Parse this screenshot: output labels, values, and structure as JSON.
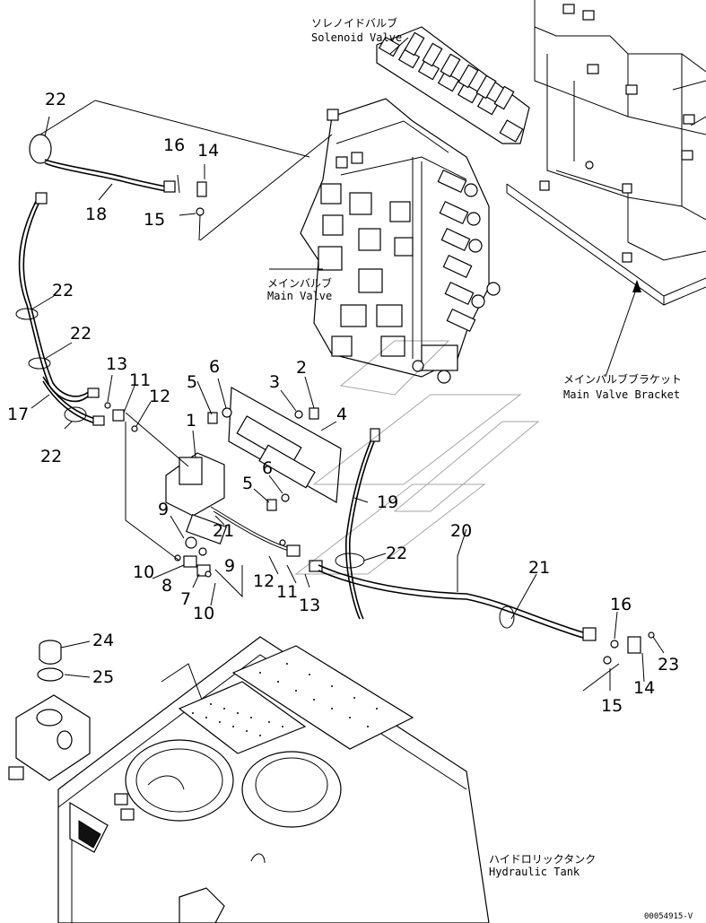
{
  "labels": {
    "solenoid_jp": "ソレノイドバルブ",
    "solenoid_en": "Solenoid Valve",
    "main_valve_jp": "メインバルブ",
    "main_valve_en": "Main Valve",
    "bracket_jp": "メインバルブブラケット",
    "bracket_en": "Main Valve Bracket",
    "tank_jp": "ハイドロリックタンク",
    "tank_en": "Hydraulic Tank",
    "drawing_code": "00054915-V"
  },
  "callouts": {
    "c22a": "22",
    "c16a": "16",
    "c14a": "14",
    "c18": "18",
    "c15a": "15",
    "c22b": "22",
    "c22c": "22",
    "c13a": "13",
    "c11a": "11",
    "c12a": "12",
    "c17": "17",
    "c22d": "22",
    "c6a": "6",
    "c5a": "5",
    "c3": "3",
    "c2": "2",
    "c1": "1",
    "c4": "4",
    "c6b": "6",
    "c5b": "5",
    "c9a": "9",
    "c21a": "21",
    "c19": "19",
    "c20": "20",
    "c10a": "10",
    "c9b": "9",
    "c22e": "22",
    "c8": "8",
    "c12b": "12",
    "c11b": "11",
    "c13b": "13",
    "c7": "7",
    "c10b": "10",
    "c21b": "21",
    "c16b": "16",
    "c23": "23",
    "c24": "24",
    "c25": "25",
    "c14b": "14",
    "c15b": "15"
  }
}
